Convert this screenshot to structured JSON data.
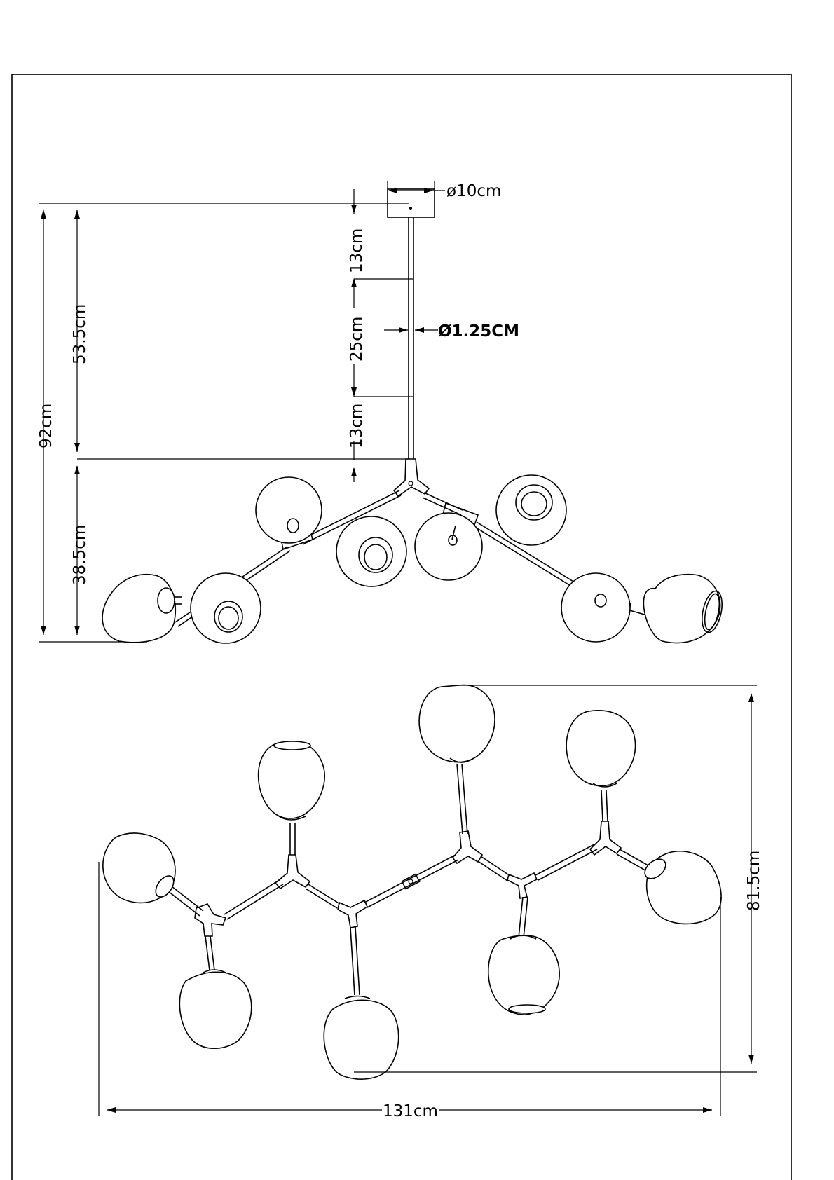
{
  "diagram": {
    "title": "Chandelier dimension drawing",
    "side_view": {
      "canopy_diameter": "ø10cm",
      "rod_diameter": "Ø1.25CM",
      "rod_segment_top": "13cm",
      "rod_segment_middle": "25cm",
      "rod_segment_bottom": "13cm",
      "total_height": "92cm",
      "drop_to_hub": "53.5cm",
      "fixture_height": "38.5cm"
    },
    "top_view": {
      "depth": "81.5cm",
      "width": "131cm"
    }
  }
}
